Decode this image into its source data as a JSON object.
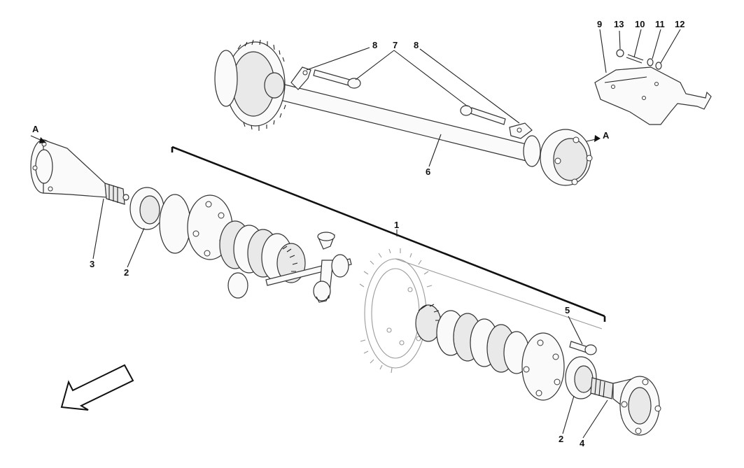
{
  "labels": {
    "n1": "1",
    "n2a": "2",
    "n2b": "2",
    "n3": "3",
    "n4": "4",
    "n5": "5",
    "n6": "6",
    "n7": "7",
    "n8a": "8",
    "n8b": "8",
    "n9": "9",
    "n10": "10",
    "n11": "11",
    "n12": "12",
    "n13": "13",
    "sectionA_left": "A",
    "sectionA_right": "A"
  },
  "icons": {
    "direction": "hollow-arrow-pointing-down-left"
  },
  "colors": {
    "line": "#222222",
    "background": "#ffffff",
    "ghost_gear": "#9a9a9a"
  }
}
